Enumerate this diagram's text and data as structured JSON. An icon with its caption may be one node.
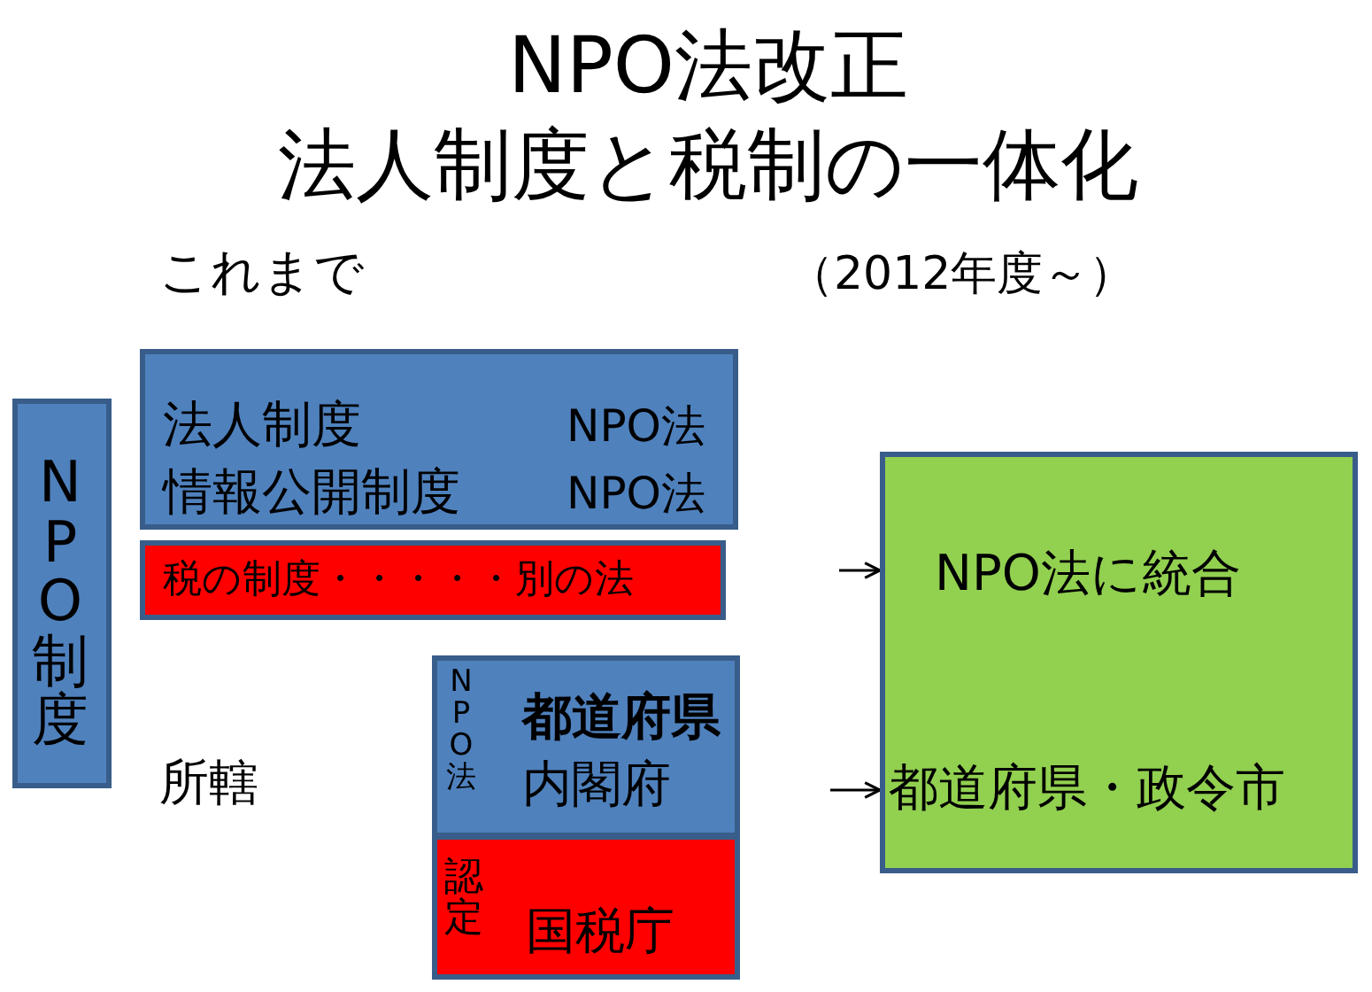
{
  "diagram": {
    "title": "NPO法改正法人制度と税制の一体化",
    "nodes": [
      {
        "text": [
          "NPO制度"
        ]
      },
      {
        "text": [
          "法人制度",
          "NPO法",
          "情報公開制度",
          "NPO法"
        ]
      },
      {
        "text": [
          "税の制度・・・・・別の法"
        ]
      },
      {
        "text": [
          "NPO法",
          "都道府県",
          "内閣府"
        ]
      },
      {
        "text": [
          "認定",
          "国税庁"
        ]
      },
      {
        "text": [
          "NPO法に統合",
          "都道府県・政令市"
        ]
      }
    ],
    "edges": [
      {
        "from": null,
        "to": 5,
        "arrow": "to"
      },
      {
        "from": null,
        "to": 5,
        "arrow": "to"
      }
    ],
    "labels": [
      "これまで",
      "（2012年度～）",
      "所轄"
    ]
  }
}
